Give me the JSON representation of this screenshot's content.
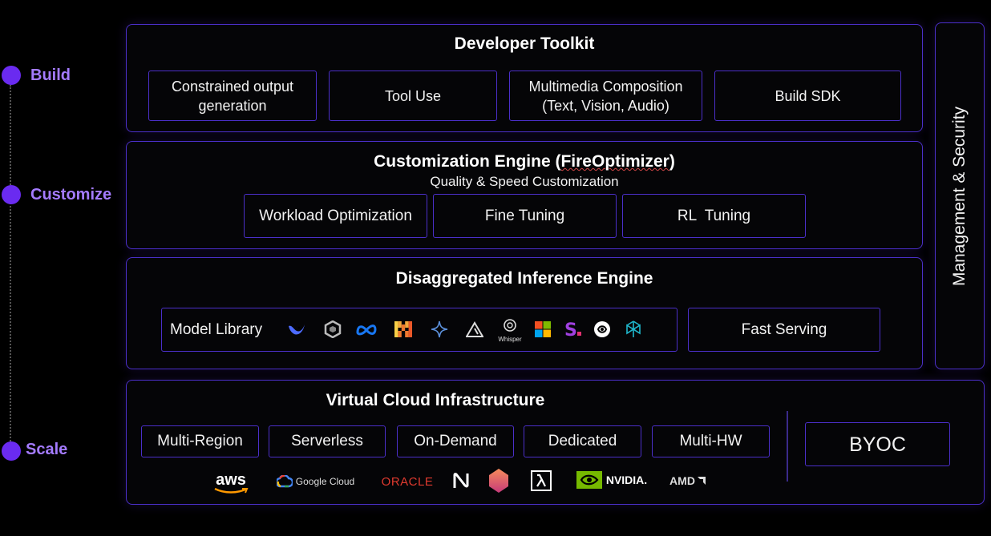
{
  "stages": {
    "build": "Build",
    "customize": "Customize",
    "scale": "Scale"
  },
  "developer_toolkit": {
    "title": "Developer Toolkit",
    "items": [
      "Constrained output generation",
      "Tool Use",
      "Multimedia Composition (Text, Vision, Audio)",
      "Build SDK"
    ]
  },
  "customization_engine": {
    "title_prefix": "Customization Engine (",
    "title_highlight": "FireOptimizer",
    "title_suffix": ")",
    "subtitle": "Quality & Speed Customization",
    "items": [
      "Workload Optimization",
      "Fine Tuning",
      "RL  Tuning"
    ]
  },
  "inference_engine": {
    "title": "Disaggregated Inference Engine",
    "model_library": "Model Library",
    "whisper_label": "Whisper",
    "fast_serving": "Fast Serving"
  },
  "side_panel": {
    "label": "Management & Security"
  },
  "virtual_cloud": {
    "title": "Virtual Cloud Infrastructure",
    "items": [
      "Multi-Region",
      "Serverless",
      "On-Demand",
      "Dedicated",
      "Multi-HW"
    ],
    "byoc": "BYOC",
    "logos": {
      "aws": "aws",
      "google": "Google Cloud",
      "oracle": "ORACLE",
      "nvidia": "NVIDIA.",
      "amd": "AMD"
    }
  },
  "colors": {
    "accent": "#6a2bf0",
    "border": "#4b2fc9",
    "stage_label": "#a47bff"
  }
}
